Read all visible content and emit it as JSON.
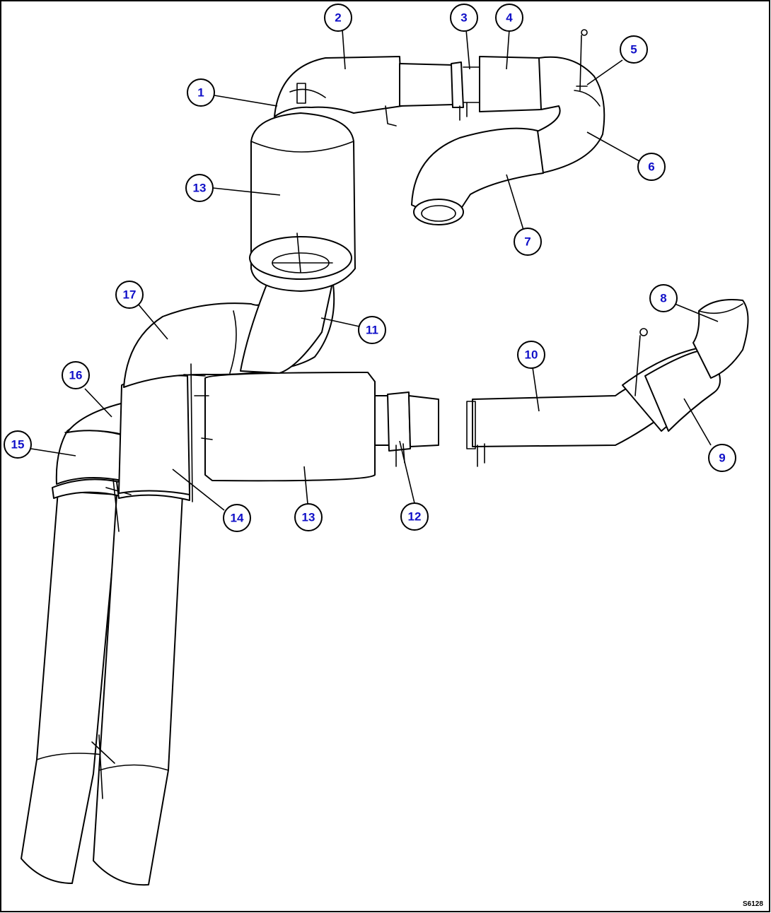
{
  "callouts": [
    {
      "id": "c1",
      "label": "1"
    },
    {
      "id": "c2",
      "label": "2"
    },
    {
      "id": "c3",
      "label": "3"
    },
    {
      "id": "c4",
      "label": "4"
    },
    {
      "id": "c5",
      "label": "5"
    },
    {
      "id": "c6",
      "label": "6"
    },
    {
      "id": "c7",
      "label": "7"
    },
    {
      "id": "c8",
      "label": "8"
    },
    {
      "id": "c9",
      "label": "9"
    },
    {
      "id": "c10",
      "label": "10"
    },
    {
      "id": "c11",
      "label": "11"
    },
    {
      "id": "c12",
      "label": "12"
    },
    {
      "id": "c13a",
      "label": "13"
    },
    {
      "id": "c13b",
      "label": "13"
    },
    {
      "id": "c14",
      "label": "14"
    },
    {
      "id": "c15",
      "label": "15"
    },
    {
      "id": "c16",
      "label": "16"
    },
    {
      "id": "c17",
      "label": "17"
    }
  ],
  "reference_code": "S6128",
  "colors": {
    "callout_text": "#1010c8",
    "line": "#000000",
    "background": "#ffffff"
  }
}
